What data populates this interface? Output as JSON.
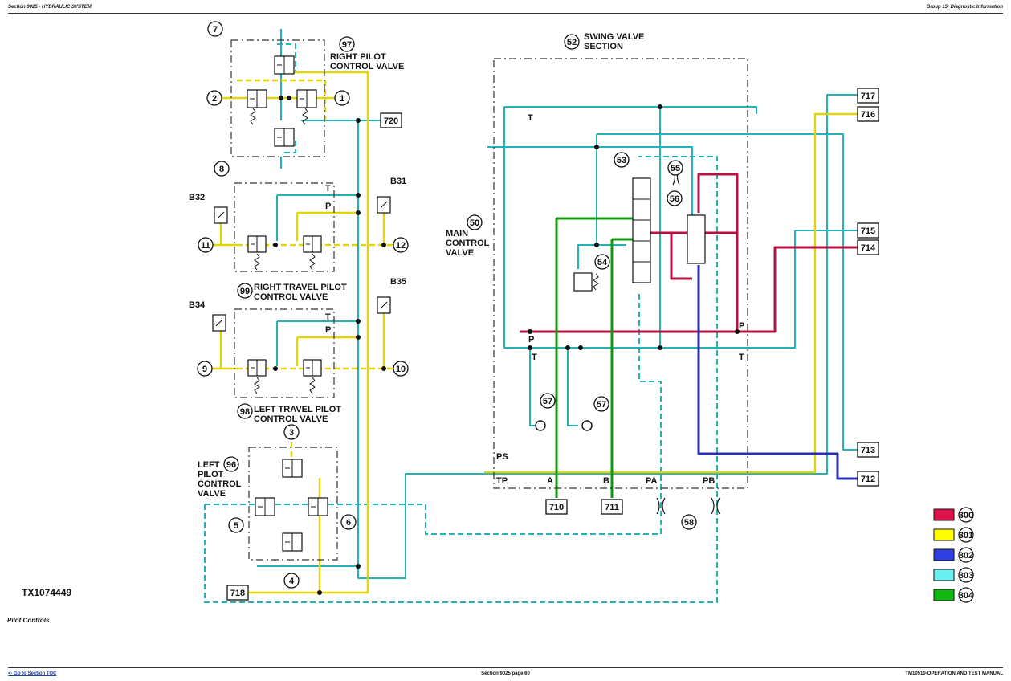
{
  "header": {
    "left": "Section 9025 - HYDRAULIC SYSTEM",
    "right": "Group 15: Diagnostic Information"
  },
  "footer": {
    "link": "<- Go to Section TOC",
    "center": "Section 9025 page 60",
    "right": "TM10510-OPERATION AND TEST MANUAL"
  },
  "figure_id": "TX1074449",
  "caption": "Pilot Controls",
  "components": {
    "right_pilot": "RIGHT PILOT\nCONTROL VALVE",
    "right_travel": "RIGHT TRAVEL PILOT\nCONTROL VALVE",
    "left_travel": "LEFT TRAVEL PILOT\nCONTROL VALVE",
    "left_pilot": "LEFT\nPILOT\nCONTROL\nVALVE",
    "swing_section": "SWING VALVE\nSECTION",
    "main_control": "MAIN\nCONTROL\nVALVE"
  },
  "callouts": [
    "1",
    "2",
    "3",
    "4",
    "5",
    "6",
    "7",
    "8",
    "9",
    "10",
    "11",
    "12",
    "50",
    "52",
    "53",
    "54",
    "55",
    "56",
    "57",
    "57",
    "58",
    "96",
    "97",
    "98",
    "99"
  ],
  "ports": [
    "T",
    "P",
    "PS",
    "TP",
    "A",
    "B",
    "PA",
    "PB"
  ],
  "switches": [
    "B31",
    "B32",
    "B34",
    "B35"
  ],
  "line_tags": [
    "710",
    "711",
    "712",
    "713",
    "714",
    "715",
    "716",
    "717",
    "718",
    "720"
  ],
  "legend": [
    {
      "code": "300",
      "color": "#e0104a"
    },
    {
      "code": "301",
      "color": "#ffff00"
    },
    {
      "code": "302",
      "color": "#2f3fe0"
    },
    {
      "code": "303",
      "color": "#6af0f0"
    },
    {
      "code": "304",
      "color": "#12b812"
    }
  ],
  "colors": {
    "pressure": "#b5123f",
    "pilot": "#e3d600",
    "return": "#2a2fb0",
    "tank": "#22b3b8",
    "work": "#129b12"
  }
}
